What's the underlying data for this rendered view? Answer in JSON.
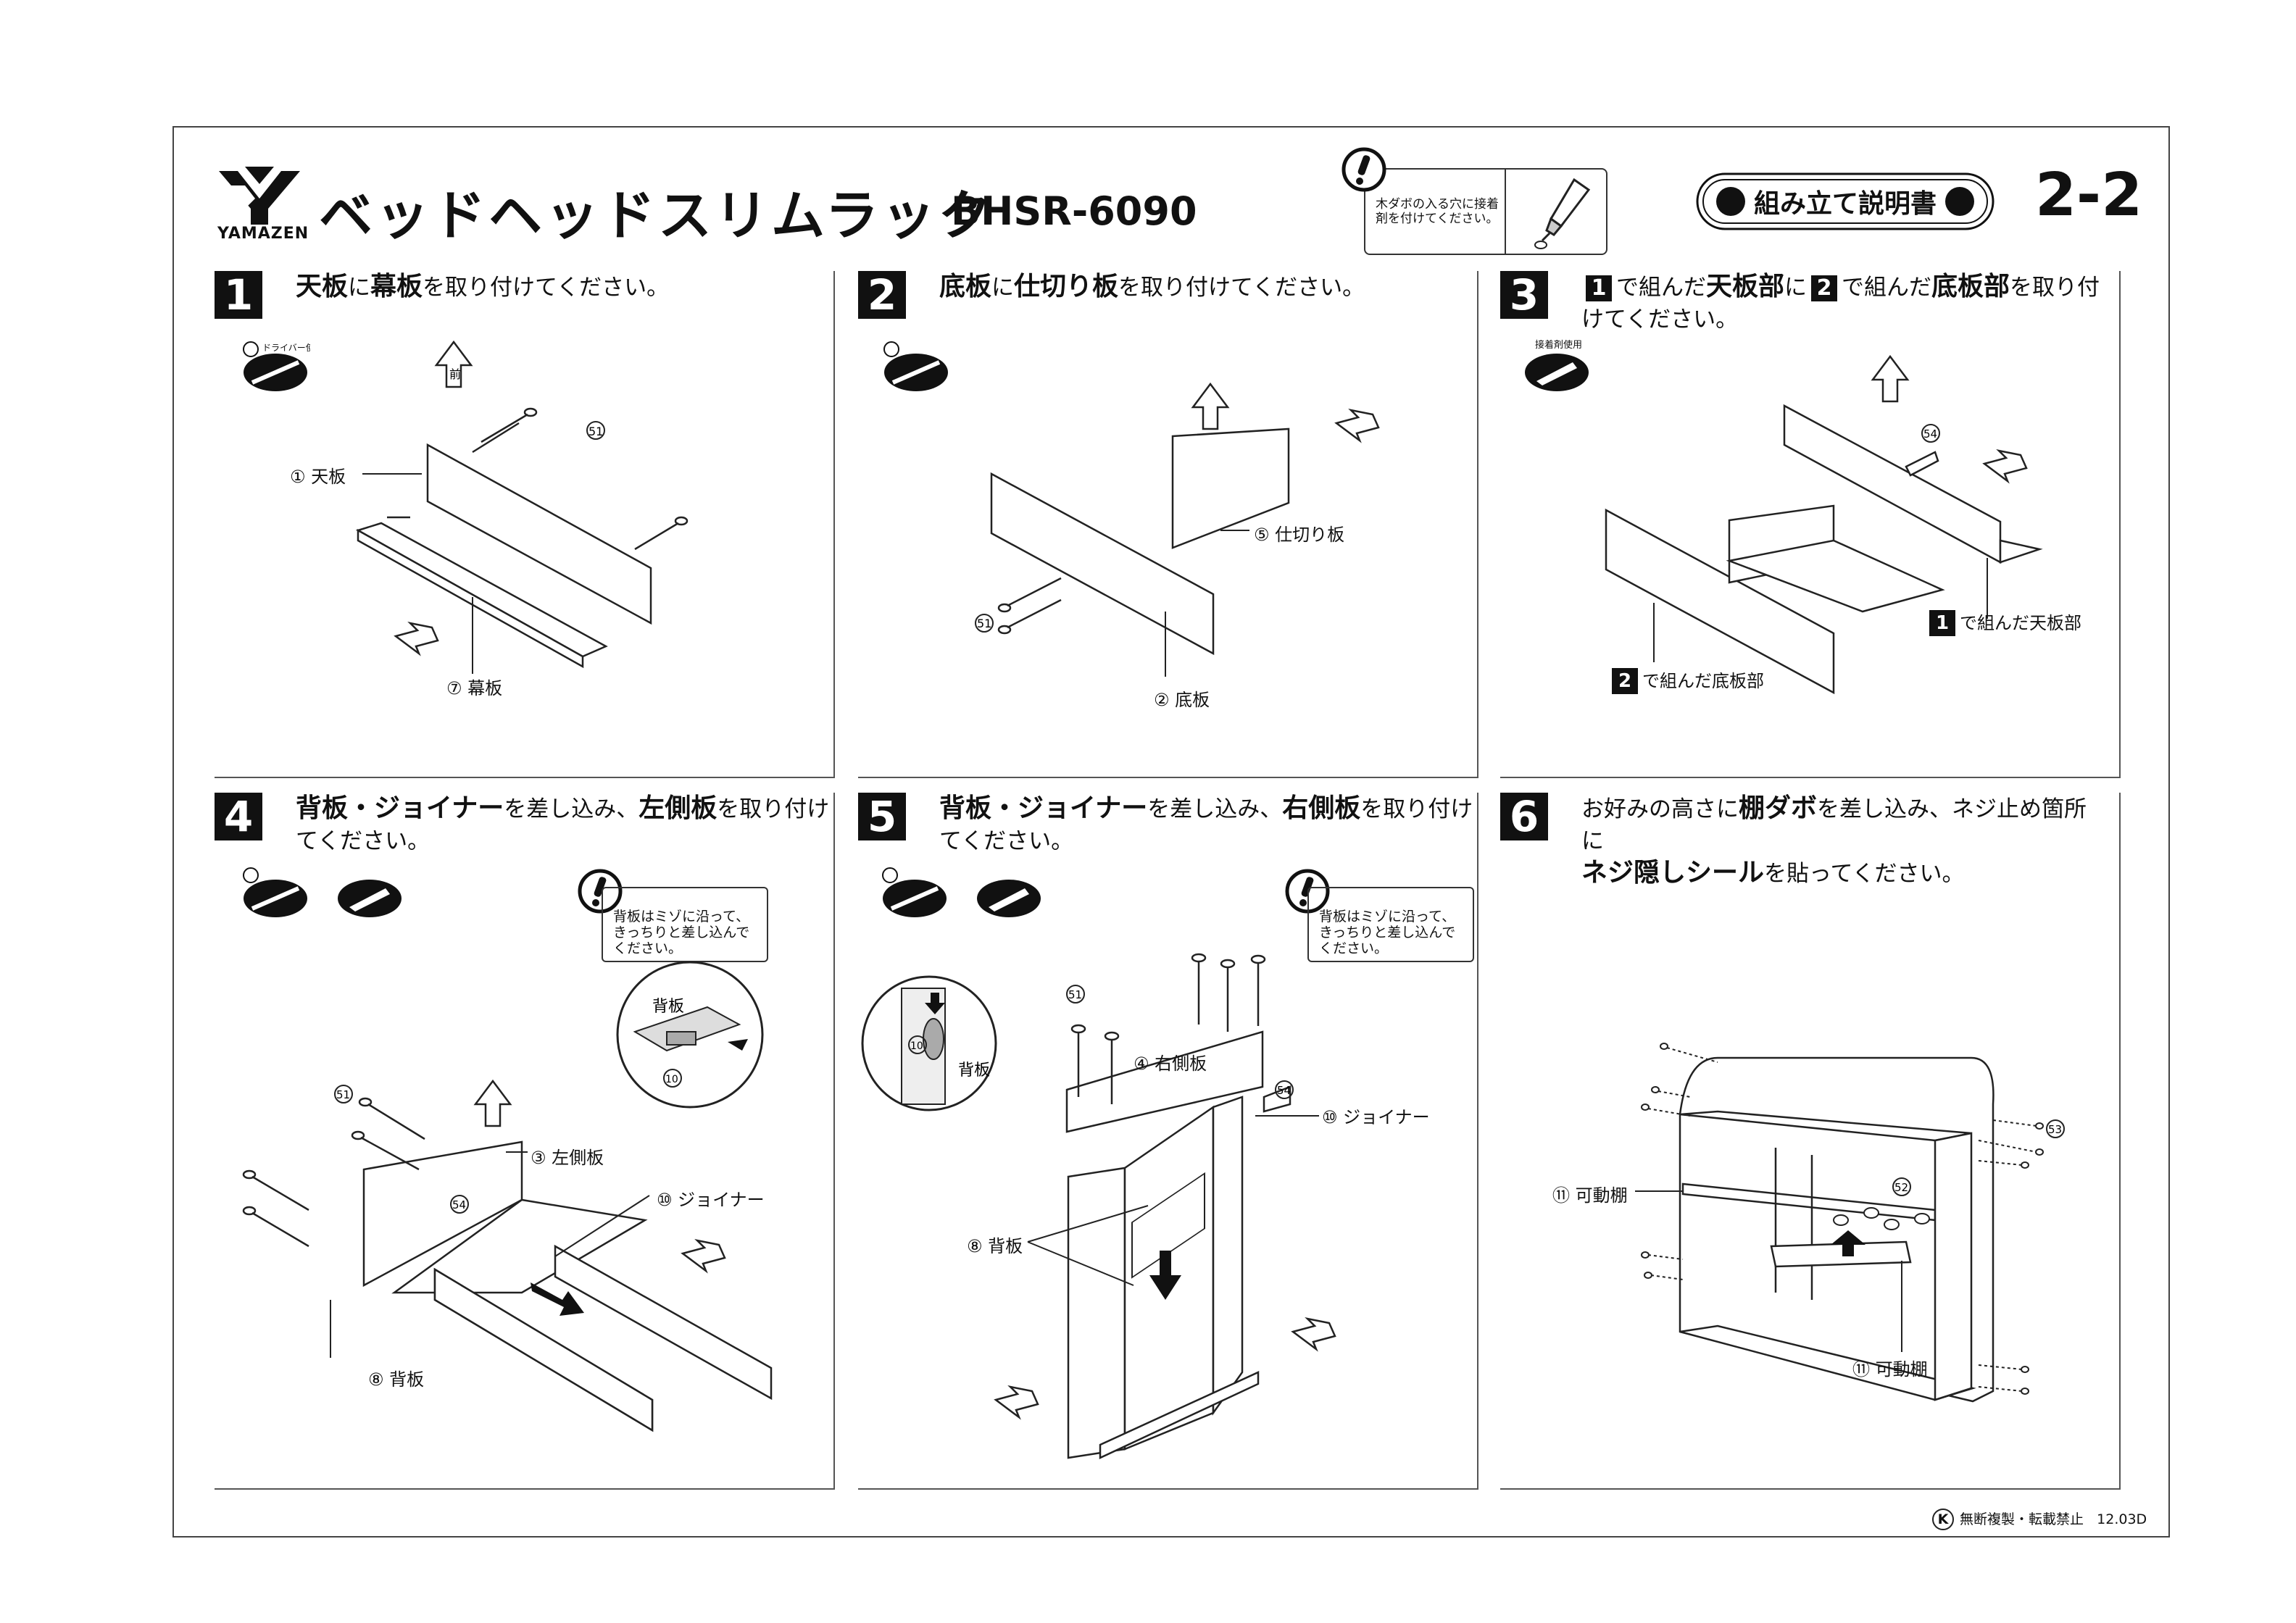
{
  "brand": {
    "name": "YAMAZEN"
  },
  "header": {
    "title": "ベッドヘッドスリムラック",
    "model": "BHSR-6090",
    "glue_note": "木ダボの入る穴に接着剤を付けてください。",
    "manual_label": "組み立て説明書",
    "page_number": "2-2"
  },
  "badges": {
    "driver": "ドライバー使用",
    "glue": "接着剤使用",
    "front": "前"
  },
  "steps": [
    {
      "num": "1",
      "instruction_b1": "天板",
      "instruction_t1": "に",
      "instruction_b2": "幕板",
      "instruction_t2": "を取り付けてください。",
      "labels": {
        "top_board": "① 天板",
        "screw": "51",
        "front_board": "⑦ 幕板"
      }
    },
    {
      "num": "2",
      "instruction_b1": "底板",
      "instruction_t1": "に",
      "instruction_b2": "仕切り板",
      "instruction_t2": "を取り付けてください。",
      "labels": {
        "partition": "⑤ 仕切り板",
        "screw": "51",
        "bottom": "② 底板"
      }
    },
    {
      "num": "3",
      "ref1": "1",
      "t1": "で組んだ",
      "b1": "天板部",
      "t2": "に",
      "ref2": "2",
      "t3": "で組んだ",
      "b2": "底板部",
      "t4": "を取り付けてください。",
      "labels": {
        "dowel": "54",
        "top_part": "で組んだ天板部",
        "top_ref": "1",
        "bottom_part": "で組んだ底板部",
        "bottom_ref": "2"
      }
    },
    {
      "num": "4",
      "b1": "背板・ジョイナー",
      "t1": "を差し込み、",
      "b2": "左側板",
      "t2": "を取り付けてください。",
      "note": "背板はミゾに沿って、きっちりと差し込んでください。",
      "labels": {
        "back_board_detail": "背板",
        "joiner_detail": "10",
        "screw": "51",
        "left_side": "③ 左側板",
        "dowel": "54",
        "joiner": "⑩ ジョイナー",
        "back_board": "⑧ 背板"
      }
    },
    {
      "num": "5",
      "b1": "背板・ジョイナー",
      "t1": "を差し込み、",
      "b2": "右側板",
      "t2": "を取り付けてください。",
      "note": "背板はミゾに沿って、きっちりと差し込んでください。",
      "labels": {
        "joiner_detail": "10",
        "back_board_detail": "背板",
        "screw": "51",
        "right_side": "④ 右側板",
        "dowel": "54",
        "joiner": "⑩ ジョイナー",
        "back_board": "⑧ 背板"
      }
    },
    {
      "num": "6",
      "t1": "お好みの高さに",
      "b1": "棚ダボ",
      "t2": "を差し込み、ネジ止め箇所に",
      "b2": "ネジ隠しシール",
      "t3": "を貼ってください。",
      "labels": {
        "shelf_left": "⑪ 可動棚",
        "seal": "53",
        "shelf_dowel": "52",
        "shelf_bottom": "⑪ 可動棚"
      }
    }
  ],
  "footer": {
    "copyright_mark": "K",
    "notice": "無断複製・転載禁止",
    "code": "12.03D"
  }
}
